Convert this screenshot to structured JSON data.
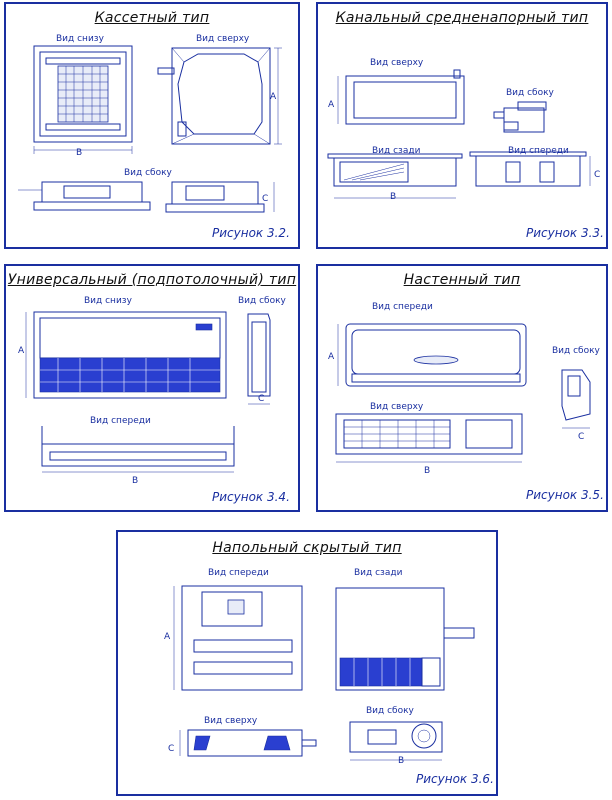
{
  "panels": {
    "cassette": {
      "title": "Кассетный тип",
      "view_bottom": "Вид снизу",
      "view_top": "Вид сверху",
      "view_side": "Вид сбоку",
      "dim_a": "A",
      "dim_b": "B",
      "dim_c": "C",
      "figure": "Рисунок 3.2."
    },
    "ducted": {
      "title": "Канальный средненапорный тип",
      "view_top": "Вид сверху",
      "view_side": "Вид сбоку",
      "view_back": "Вид сзади",
      "view_front": "Вид спереди",
      "dim_a": "A",
      "dim_b": "B",
      "dim_c": "C",
      "figure": "Рисунок 3.3."
    },
    "universal": {
      "title": "Универсальный (подпотолочный) тип",
      "view_bottom": "Вид снизу",
      "view_side": "Вид сбоку",
      "view_front": "Вид спереди",
      "dim_a": "A",
      "dim_b": "B",
      "dim_c": "C",
      "figure": "Рисунок 3.4."
    },
    "wall": {
      "title": "Настенный тип",
      "view_front": "Вид спереди",
      "view_side": "Вид сбоку",
      "view_top": "Вид сверху",
      "dim_a": "A",
      "dim_b": "B",
      "dim_c": "C",
      "figure": "Рисунок 3.5."
    },
    "floor": {
      "title": "Напольный скрытый тип",
      "view_front": "Вид спереди",
      "view_back": "Вид сзади",
      "view_top": "Вид сверху",
      "view_side": "Вид сбоку",
      "dim_a": "A",
      "dim_b": "B",
      "dim_c": "C",
      "figure": "Рисунок 3.6."
    }
  },
  "colors": {
    "line": "#1a2fa0",
    "fill": "#2a3fd0",
    "title": "#111111"
  }
}
